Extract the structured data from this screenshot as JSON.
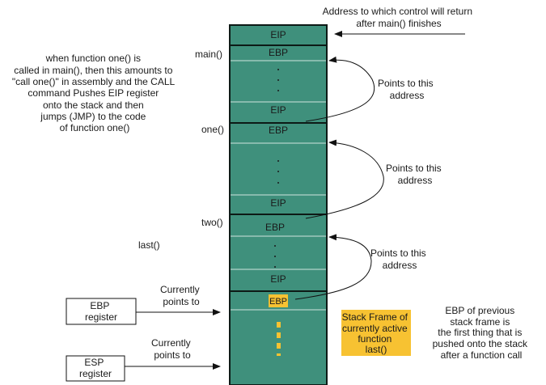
{
  "colors": {
    "stack_fill": "#3f907c",
    "stack_border": "#0d1a16",
    "highlight": "#f7c232",
    "arrow": "#111111"
  },
  "stack": {
    "eip_top": "EIP",
    "main_ebp": "EBP",
    "main_eip": "EIP",
    "one_ebp": "EBP",
    "one_eip": "EIP",
    "two_ebp": "EBP",
    "two_eip": "EIP",
    "last_ebp": "EBP"
  },
  "frame_labels": {
    "main": "main()",
    "one": "one()",
    "two": "two()",
    "last": "last()"
  },
  "annotations": {
    "return_address": [
      "Address to which control will return",
      "after main() finishes"
    ],
    "call_explanation": [
      "when function one() is",
      "called in main(), then this amounts to",
      "\"call one()\" in assembly and the CALL",
      "command Pushes EIP register",
      "onto the stack and then",
      "jumps (JMP) to the code",
      "of function one()"
    ],
    "points_to_1": [
      "Points to this",
      "address"
    ],
    "points_to_2": [
      "Points to this",
      "address"
    ],
    "points_to_3": [
      "Points to this",
      "address"
    ],
    "ebp_currently": [
      "Currently",
      "points to"
    ],
    "esp_currently": [
      "Currently",
      "points to"
    ],
    "active_frame": [
      "Stack Frame of",
      "currently active",
      "function",
      "last()"
    ],
    "ebp_note": [
      "EBP of previous",
      "stack frame is",
      "the first thing that is",
      "pushed onto the stack",
      "after a function call"
    ]
  },
  "registers": {
    "ebp": [
      "EBP",
      "register"
    ],
    "esp": [
      "ESP",
      "register"
    ]
  }
}
